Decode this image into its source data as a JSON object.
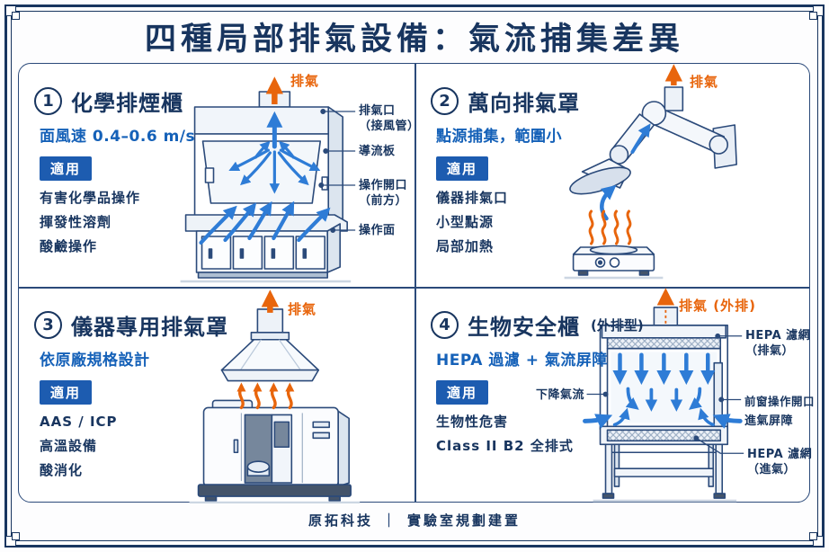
{
  "title": "四種局部排氣設備：氣流捕集差異",
  "footer": {
    "brand": "原拓科技",
    "separator": "｜",
    "tagline": "實驗室規劃建置"
  },
  "colors": {
    "navy": "#18355f",
    "blue": "#1561b8",
    "badge_blue": "#1d5cb0",
    "orange": "#e8650c",
    "arrow_blue": "#2e7cd6"
  },
  "quadrants": [
    {
      "num": "1",
      "title": "化學排煙櫃",
      "subtitle": "面風速 0.4–0.6 m/s",
      "badge": "適用",
      "items": [
        "有害化學品操作",
        "揮發性溶劑",
        "酸鹼操作"
      ],
      "exhaust_label": "排氣",
      "callouts": [
        {
          "line1": "排氣口",
          "line2": "（接風管）"
        },
        {
          "line1": "導流板"
        },
        {
          "line1": "操作開口",
          "line2": "（前方）"
        },
        {
          "line1": "操作面"
        }
      ]
    },
    {
      "num": "2",
      "title": "萬向排氣罩",
      "subtitle": "點源捕集，範圍小",
      "badge": "適用",
      "items": [
        "儀器排氣口",
        "小型點源",
        "局部加熱"
      ],
      "exhaust_label": "排氣"
    },
    {
      "num": "3",
      "title": "儀器專用排氣罩",
      "subtitle": "依原廠規格設計",
      "badge": "適用",
      "items": [
        "AAS / ICP",
        "高溫設備",
        "酸消化"
      ],
      "exhaust_label": "排氣"
    },
    {
      "num": "4",
      "title": "生物安全櫃",
      "title_suffix": "(外排型)",
      "subtitle": "HEPA 過濾 + 氣流屏障",
      "badge": "適用",
      "items": [
        "生物性危害",
        "Class II B2 全排式"
      ],
      "exhaust_label": "排氣 (外排)",
      "callouts": {
        "downflow": "下降氣流",
        "hepa_exhaust_1": "HEPA 濾網",
        "hepa_exhaust_2": "（排氣）",
        "front_opening": "前窗操作開口",
        "air_barrier": "進氣屏障",
        "hepa_intake_1": "HEPA 濾網",
        "hepa_intake_2": "（進氣）"
      }
    }
  ]
}
